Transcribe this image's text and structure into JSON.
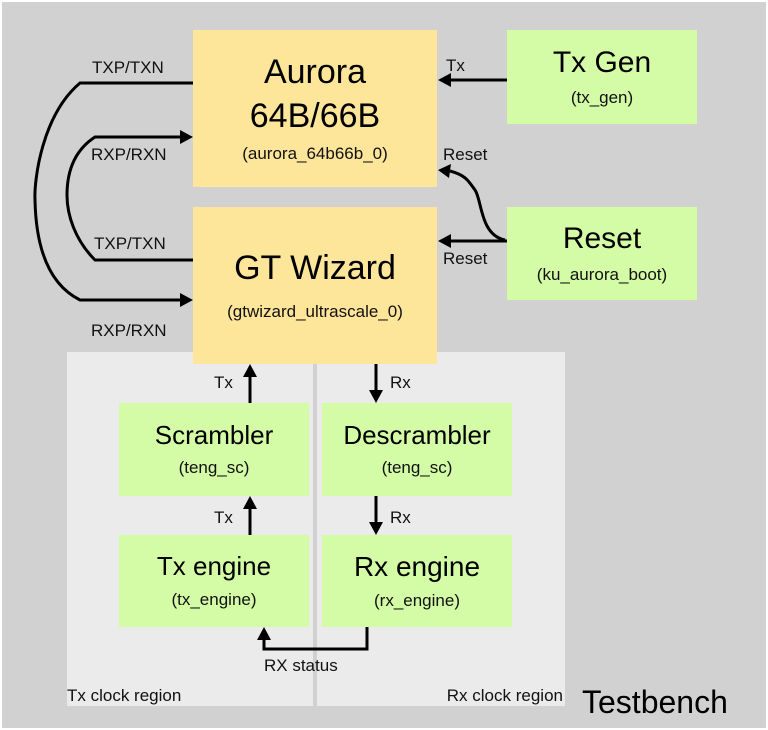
{
  "testbench_label": "Testbench",
  "regions": {
    "tx": {
      "label": "Tx clock region"
    },
    "rx": {
      "label": "Rx clock region"
    }
  },
  "blocks": {
    "aurora": {
      "title_line1": "Aurora",
      "title_line2": "64B/66B",
      "instance": "(aurora_64b66b_0)"
    },
    "gtwizard": {
      "title": "GT Wizard",
      "instance": "(gtwizard_ultrascale_0)"
    },
    "txgen": {
      "title": "Tx Gen",
      "instance": "(tx_gen)"
    },
    "reset": {
      "title": "Reset",
      "instance": "(ku_aurora_boot)"
    },
    "scrambler": {
      "title": "Scrambler",
      "instance": "(teng_sc)"
    },
    "descrambler": {
      "title": "Descrambler",
      "instance": "(teng_sc)"
    },
    "txengine": {
      "title": "Tx engine",
      "instance": "(tx_engine)"
    },
    "rxengine": {
      "title": "Rx engine",
      "instance": "(rx_engine)"
    }
  },
  "signals": {
    "aurora_txp_txn": "TXP/TXN",
    "aurora_rxp_rxn": "RXP/RXN",
    "gt_txp_txn": "TXP/TXN",
    "gt_rxp_rxn": "RXP/RXN",
    "txgen_tx": "Tx",
    "reset_to_aurora": "Reset",
    "reset_to_gt": "Reset",
    "scrambler_to_gt": "Tx",
    "gt_to_descrambler": "Rx",
    "txengine_to_scrambler": "Tx",
    "descrambler_to_rxengine": "Rx",
    "rx_status": "RX status"
  }
}
